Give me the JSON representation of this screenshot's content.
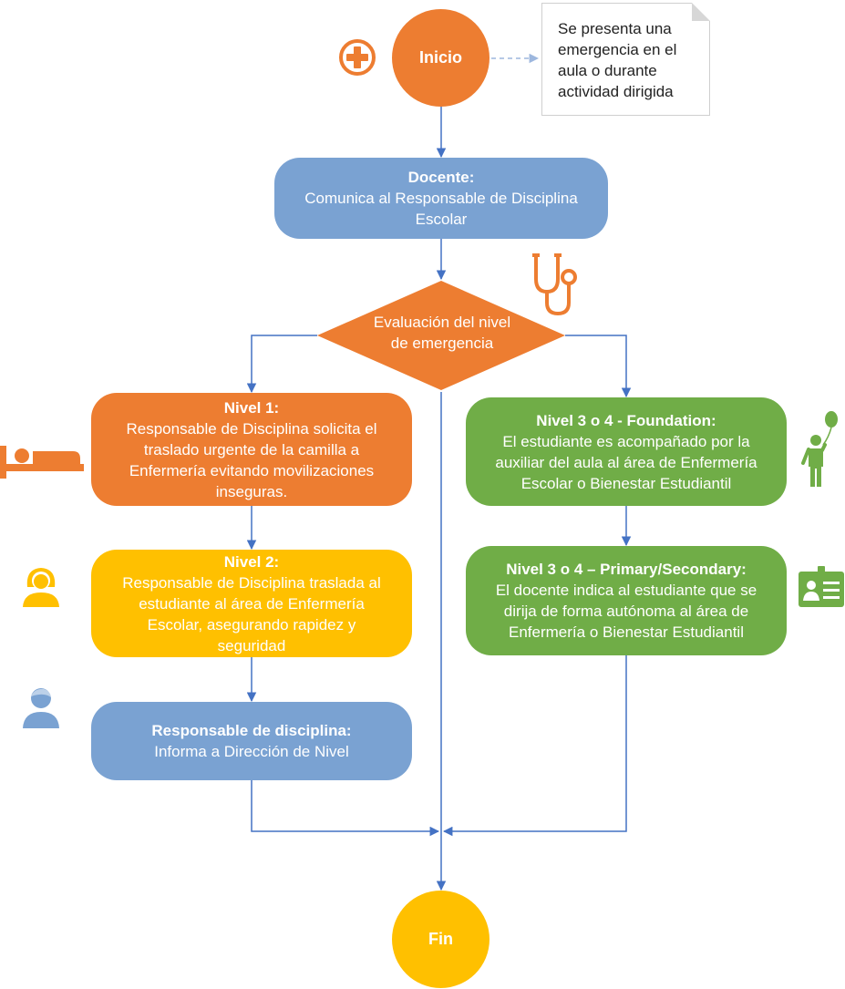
{
  "start": {
    "label": "Inicio"
  },
  "note": {
    "lines": [
      "Se presenta una",
      "emergencia en el",
      "aula o durante",
      "actividad dirigida"
    ]
  },
  "docente": {
    "title": "Docente:",
    "lines": [
      "Comunica al Responsable de Disciplina",
      "Escolar"
    ]
  },
  "decision": {
    "lines": [
      "Evaluación del nivel",
      "de emergencia"
    ]
  },
  "nivel1": {
    "title": "Nivel 1:",
    "lines": [
      "Responsable de Disciplina solicita el",
      "traslado urgente de la camilla a",
      "Enfermería evitando movilizaciones",
      "inseguras."
    ]
  },
  "nivel2": {
    "title": "Nivel 2:",
    "lines": [
      "Responsable de Disciplina traslada al",
      "estudiante al área de Enfermería",
      "Escolar, asegurando rapidez y",
      "seguridad"
    ]
  },
  "responsable": {
    "title": "Responsable de disciplina:",
    "lines": [
      "Informa a Dirección de Nivel"
    ]
  },
  "nivel34_foundation": {
    "title": "Nivel 3 o 4 - Foundation:",
    "lines": [
      "El estudiante es acompañado por la",
      "auxiliar del aula al área de Enfermería",
      "Escolar o Bienestar Estudiantil"
    ]
  },
  "nivel34_primary": {
    "title": "Nivel 3 o 4 – Primary/Secondary:",
    "lines": [
      "El docente indica al estudiante que se",
      "dirija de forma autónoma al área de",
      "Enfermería o Bienestar Estudiantil"
    ]
  },
  "end": {
    "label": "Fin"
  },
  "icons": [
    "medical-cross-icon",
    "stethoscope-icon",
    "hospital-bed-icon",
    "woman-user-icon",
    "man-user-icon",
    "child-balloon-icon",
    "id-card-icon"
  ],
  "colors": {
    "orange": "#ED7D31",
    "blue": "#7AA2D2",
    "yellow": "#FFC000",
    "green": "#70AD47",
    "connector": "#4472C4"
  }
}
